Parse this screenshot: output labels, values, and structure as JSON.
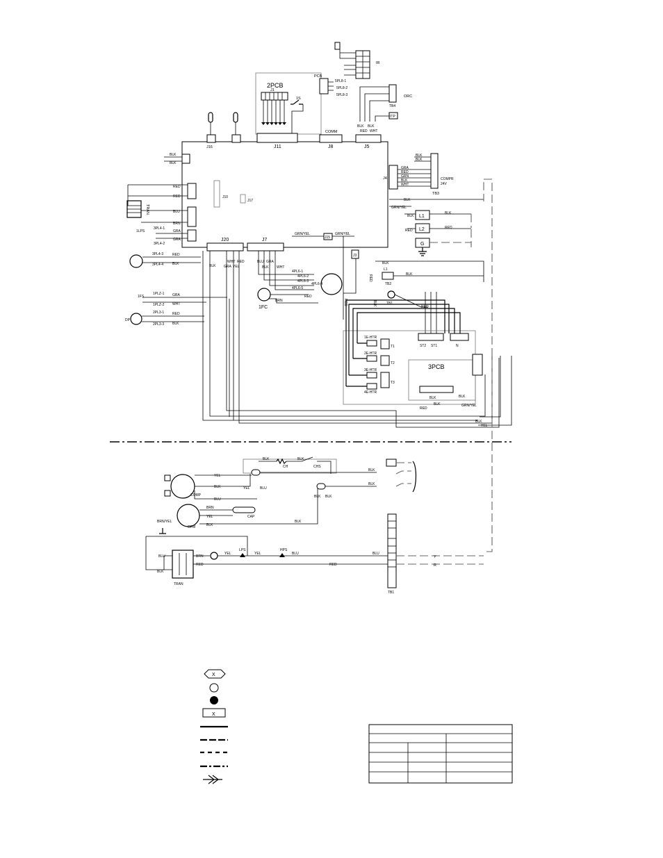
{
  "boards": {
    "pcb1": "2PCB",
    "pcb2": "3PCB",
    "pcb_small": "PCB"
  },
  "headers": {
    "j1": "J1",
    "j11": "J11",
    "j8": "J8",
    "j5": "J5",
    "j4": "J4",
    "j7": "J7",
    "j20": "J20",
    "j3": "J3",
    "j15": "J15",
    "j10": "J10",
    "j16": "J16",
    "j17": "J17",
    "jcomm": "COMM"
  },
  "terminals": {
    "tb1": "TB1",
    "tb2": "TB2",
    "tb3": "TB3",
    "tb4": "TB4",
    "l1": "L1",
    "l2": "L2",
    "g": "G",
    "st1": "ST1",
    "st2": "ST2",
    "n": "N",
    "t1": "T1",
    "t2": "T2",
    "t3": "T3"
  },
  "components": {
    "fc": "1FC",
    "tran": "TRAN",
    "comp": "COMP",
    "ofm": "OFM",
    "cap": "CAP",
    "ch": "CH",
    "chs": "CHS",
    "lps": "LPS",
    "hps": "HPS",
    "htr1": "1E-HTR",
    "htr2": "2E-HTR",
    "htr3": "3E-HTR",
    "htr4": "4E-HTR",
    "orc": "ORC",
    "ir": "IR",
    "ls": "1S",
    "lps_coil": "1LPS",
    "ps": "1FS",
    "dp": "DP",
    "itp": "ITP",
    "comp24": "COMPR",
    "v24": "24V"
  },
  "plugs": {
    "p1": "3PL4-1",
    "p2": "3PL4-2",
    "p3": "3PL4-3",
    "p4": "3PL4-4",
    "p5": "1PLZ-1",
    "p6": "1PLZ-2",
    "p7": "2PL3-1",
    "p8": "2PL3-3",
    "p9": "4PL6-1",
    "p10": "4PL6-2",
    "p11": "4PL6-3",
    "p12": "4PL6-4",
    "p13": "4PL6-5",
    "p14": "5PL8-1",
    "p15": "5PL8-2",
    "p16": "5PL8-3"
  },
  "wire_colors": {
    "blk": "BLK",
    "red": "RED",
    "blu": "BLU",
    "brn": "BRN",
    "gra": "GRA",
    "wht": "WHT",
    "grn": "GRN",
    "yel": "YEL",
    "grnyel": "GRN/YEL",
    "brnyel": "BRN/YEL",
    "redyel": "RED",
    "wyel": "Y",
    "wred": "R"
  },
  "legend": {
    "x_marker": "X"
  },
  "colors": {
    "ink": "#000000",
    "paper": "#ffffff"
  }
}
